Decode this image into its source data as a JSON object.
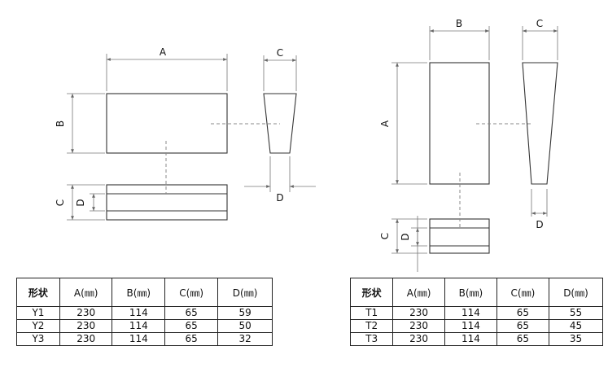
{
  "left_figure": {
    "label_a": "A",
    "label_b": "B",
    "label_c": "C",
    "label_c_side": "C",
    "label_d_side": "D",
    "label_d_bottom": "D"
  },
  "right_figure": {
    "label_b": "B",
    "label_c": "C",
    "label_a": "A",
    "label_c_side": "C",
    "label_d_side": "D",
    "label_d_bottom": "D"
  },
  "table_left": {
    "headers": [
      "形状",
      "A(㎜)",
      "B(㎜)",
      "C(㎜)",
      "D(㎜)"
    ],
    "rows": [
      [
        "Y1",
        "230",
        "114",
        "65",
        "59"
      ],
      [
        "Y2",
        "230",
        "114",
        "65",
        "50"
      ],
      [
        "Y3",
        "230",
        "114",
        "65",
        "32"
      ]
    ]
  },
  "table_right": {
    "headers": [
      "形状",
      "A(㎜)",
      "B(㎜)",
      "C(㎜)",
      "D(㎜)"
    ],
    "rows": [
      [
        "T1",
        "230",
        "114",
        "65",
        "55"
      ],
      [
        "T2",
        "230",
        "114",
        "65",
        "45"
      ],
      [
        "T3",
        "230",
        "114",
        "65",
        "35"
      ]
    ]
  }
}
